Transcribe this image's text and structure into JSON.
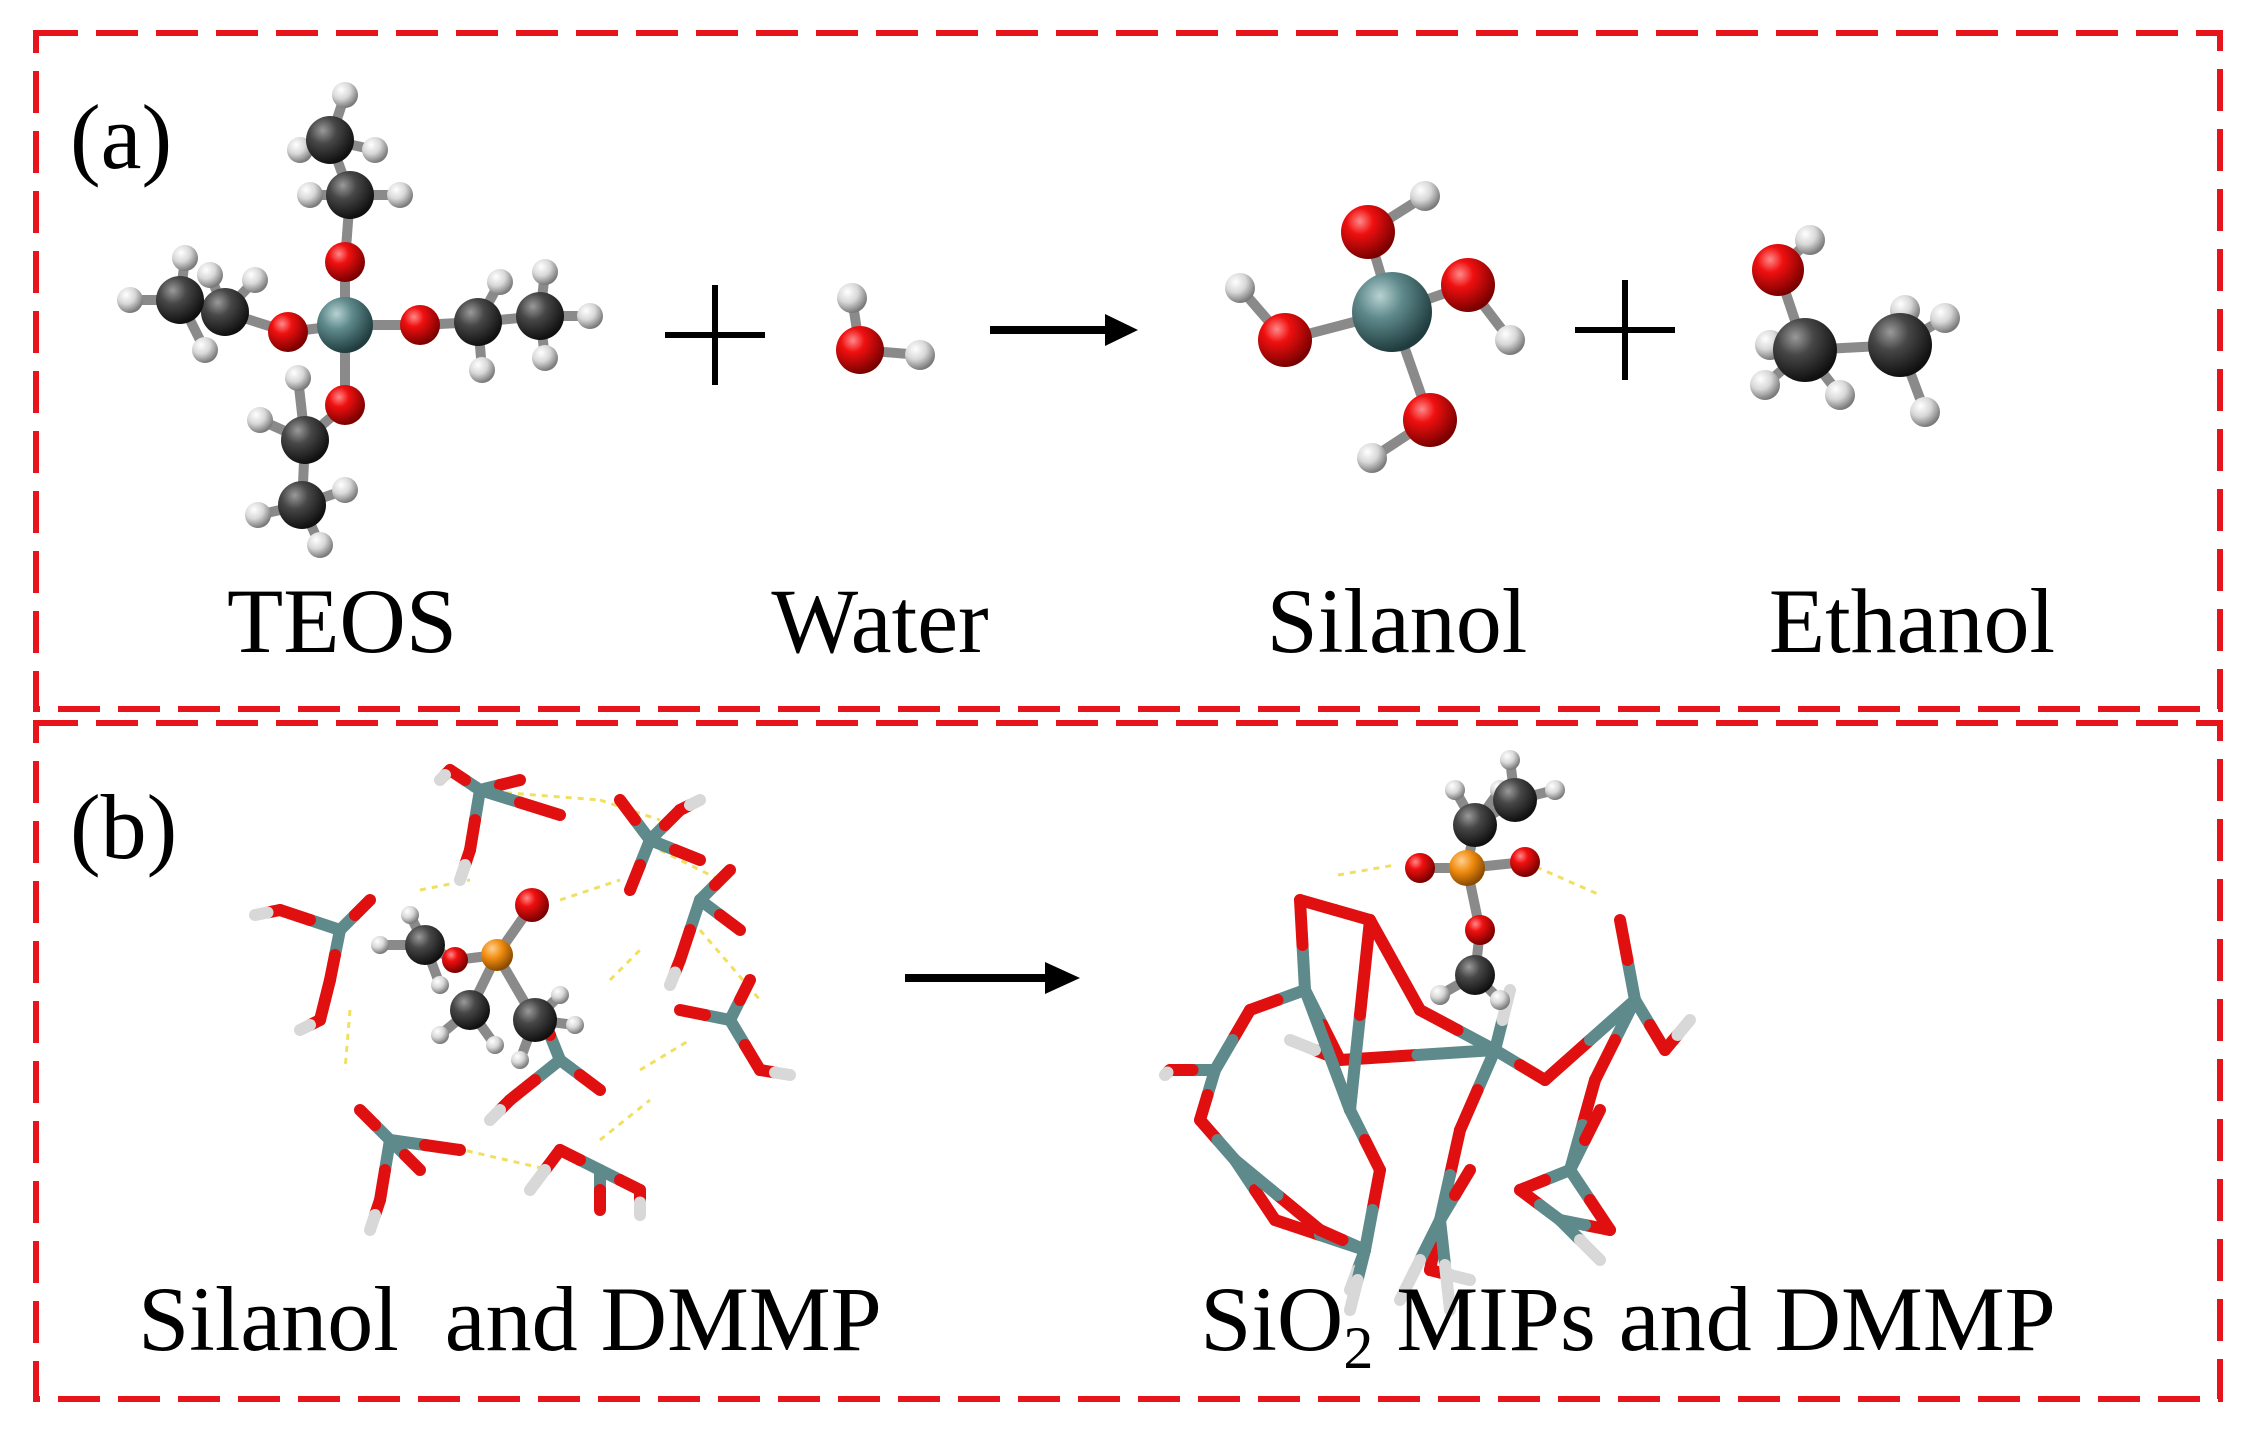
{
  "panel_a": {
    "letter": "(a)",
    "labels": {
      "teos": "TEOS",
      "water": "Water",
      "silanol": "Silanol",
      "ethanol": "Ethanol"
    },
    "operators": [
      "+",
      "+"
    ]
  },
  "panel_b": {
    "letter": "(b)",
    "label_left": "Silanol  and DMMP",
    "label_right_prefix": "SiO",
    "label_right_sub": "2",
    "label_right_suffix": " MIPs and DMMP"
  },
  "colors": {
    "frame": "#e8141c",
    "oxygen": "#e01010",
    "silicon": "#5f8a8c",
    "carbon": "#474747",
    "hydrogen": "#d8d8d8",
    "phosphorus": "#f08c10",
    "hbond": "#f0e060"
  }
}
